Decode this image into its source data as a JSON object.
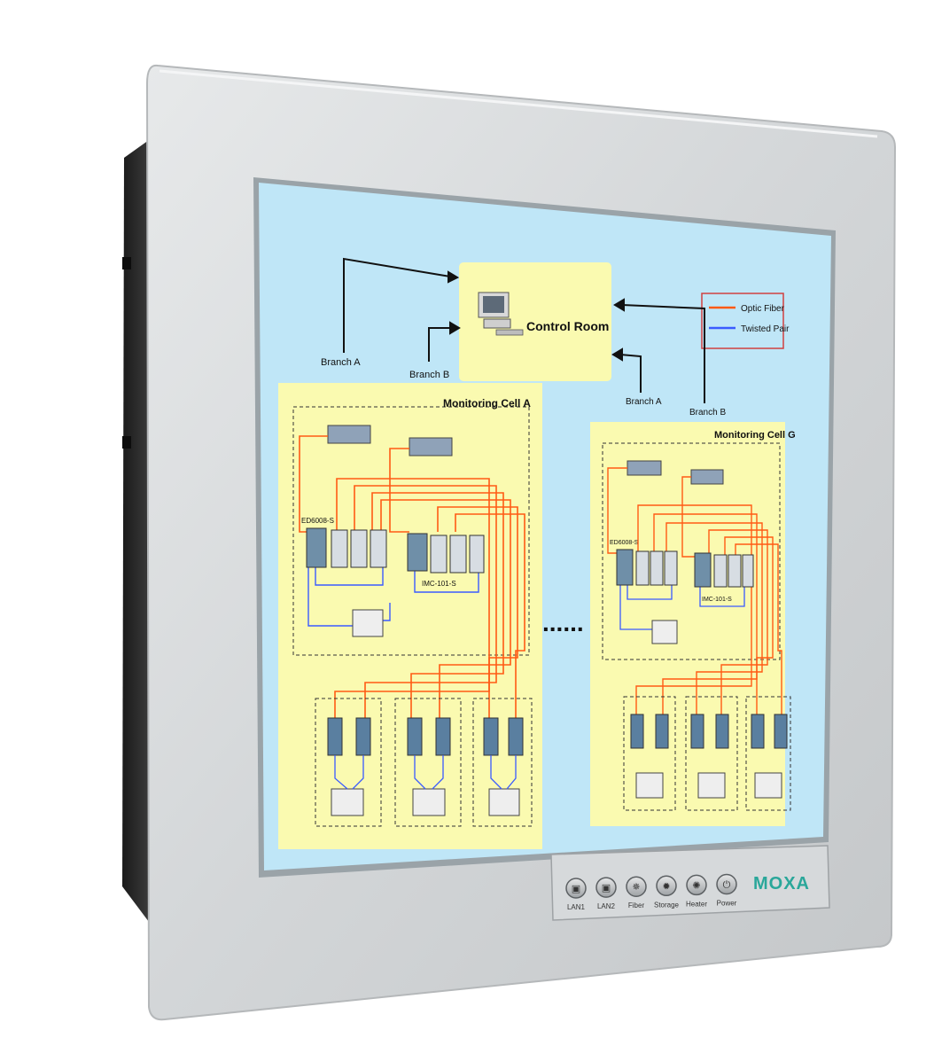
{
  "diagram": {
    "control_room": "Control Room",
    "legend": [
      {
        "label": "Optic Fiber",
        "color": "#ff5a14"
      },
      {
        "label": "Twisted Pair",
        "color": "#3a5bff"
      }
    ],
    "cells": [
      {
        "title": "Monitoring Cell A",
        "branch_a": "Branch A",
        "branch_b": "Branch B",
        "switch_label": "ED6008-S",
        "converter_label": "IMC-101-S"
      },
      {
        "title": "Monitoring Cell G",
        "branch_a": "Branch A",
        "branch_b": "Branch B",
        "switch_label": "ED6008-S",
        "converter_label": "IMC-101-S"
      }
    ],
    "separator": "......"
  },
  "panel": {
    "brand": "MOXA",
    "buttons": [
      {
        "label": "LAN1",
        "icon": "lan-icon"
      },
      {
        "label": "LAN2",
        "icon": "lan-icon"
      },
      {
        "label": "Fiber",
        "icon": "fiber-icon"
      },
      {
        "label": "Storage",
        "icon": "storage-icon"
      },
      {
        "label": "Heater",
        "icon": "heater-icon"
      },
      {
        "label": "Power",
        "icon": "power-icon"
      }
    ]
  },
  "colors": {
    "screen_bg": "#bfe6f7",
    "cell_bg": "#fafab0",
    "fiber": "#ff5a14",
    "twisted_pair": "#3a5bff",
    "brand": "#2aa79a"
  }
}
